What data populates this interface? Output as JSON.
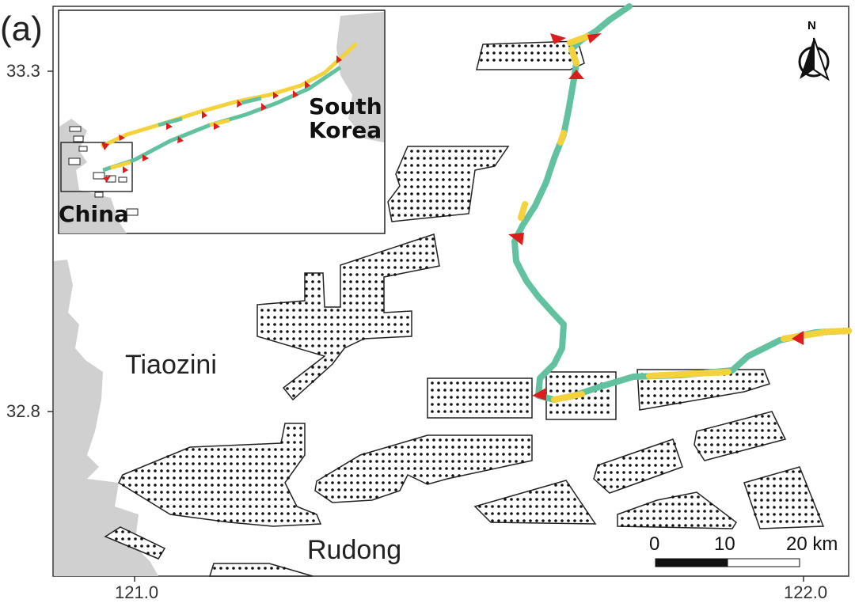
{
  "panel_label": "(a)",
  "axes": {
    "y_ticks": [
      "33.3",
      "32.8"
    ],
    "x_ticks": [
      "121.0",
      "122.0"
    ]
  },
  "places": {
    "tiaozini": "Tiaozini",
    "rudong": "Rudong"
  },
  "inset": {
    "label_korea_1": "South",
    "label_korea_2": "Korea",
    "label_china": "China"
  },
  "north_arrow": {
    "label": "N",
    "icon": "north-arrow-icon"
  },
  "scale_bar": {
    "labels": [
      "0",
      "10",
      "20 km"
    ]
  },
  "colors": {
    "land": "#d0d0d0",
    "track_green": "#62c2a0",
    "track_yellow": "#f3d23c",
    "arrow": "#dd1d1d",
    "farm_outline": "#222222"
  }
}
